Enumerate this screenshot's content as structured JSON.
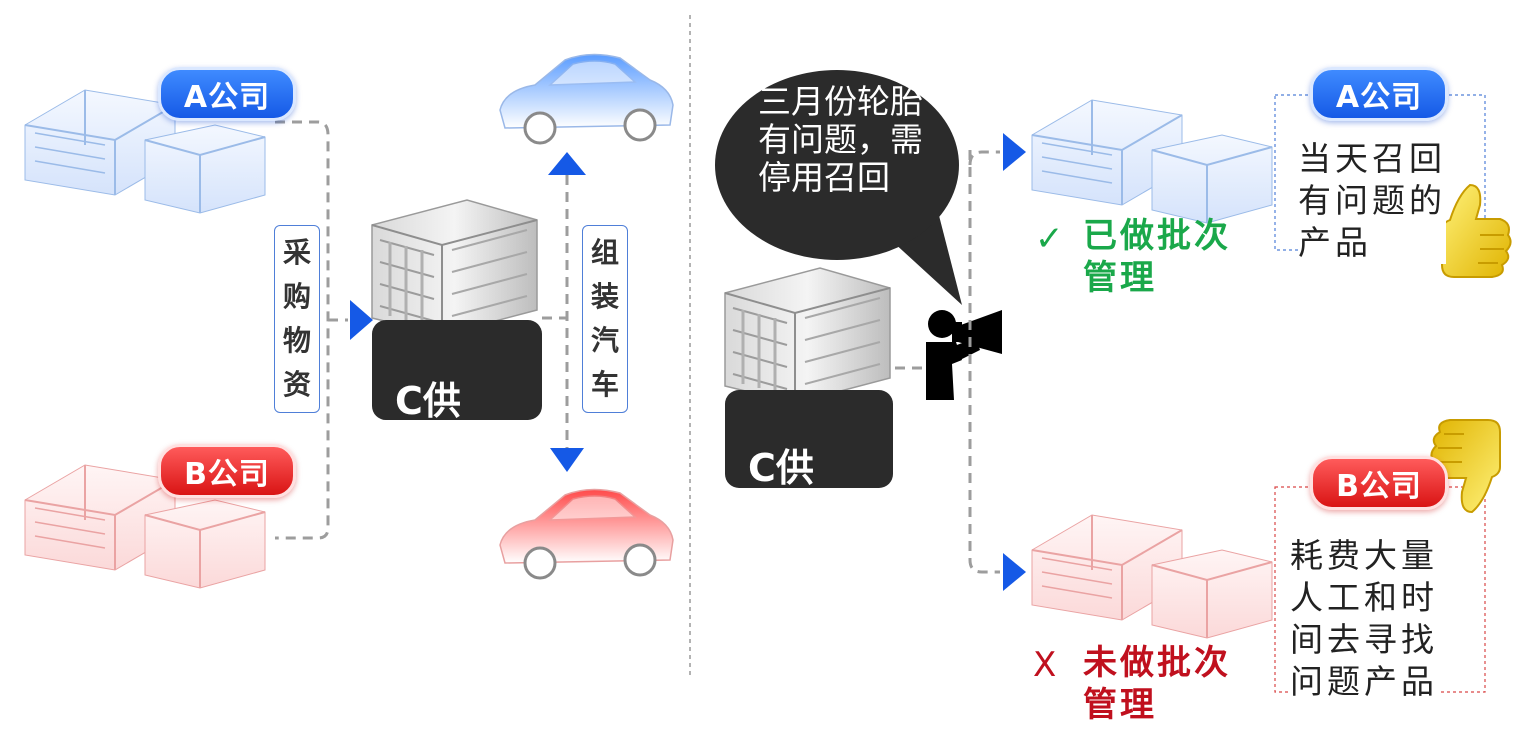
{
  "left": {
    "company_a": "A公司",
    "company_b": "B公司",
    "purchase_label": [
      "采",
      "购",
      "物",
      "资"
    ],
    "assembly_label": [
      "组",
      "装",
      "汽",
      "车"
    ],
    "supplier_label": "C供"
  },
  "right": {
    "speech": "三月份轮胎有问题，需停用召回",
    "supplier_label": "C供",
    "company_a": "A公司",
    "company_b": "B公司",
    "status_a_mark": "✓",
    "status_a_line1": "已做批次",
    "status_a_line2": "管理",
    "status_b_mark": "X",
    "status_b_line1": "未做批次",
    "status_b_line2": "管理",
    "note_a": [
      "当天召回",
      "有问题的",
      "产品"
    ],
    "note_b": [
      "耗费大量",
      "人工和时",
      "间去寻找",
      "问题产品"
    ]
  },
  "colors": {
    "blue": "#1559e6",
    "red": "#d91414",
    "green": "#1aa84a",
    "dark_red": "#c0101e",
    "dark": "#2b2b2b"
  }
}
